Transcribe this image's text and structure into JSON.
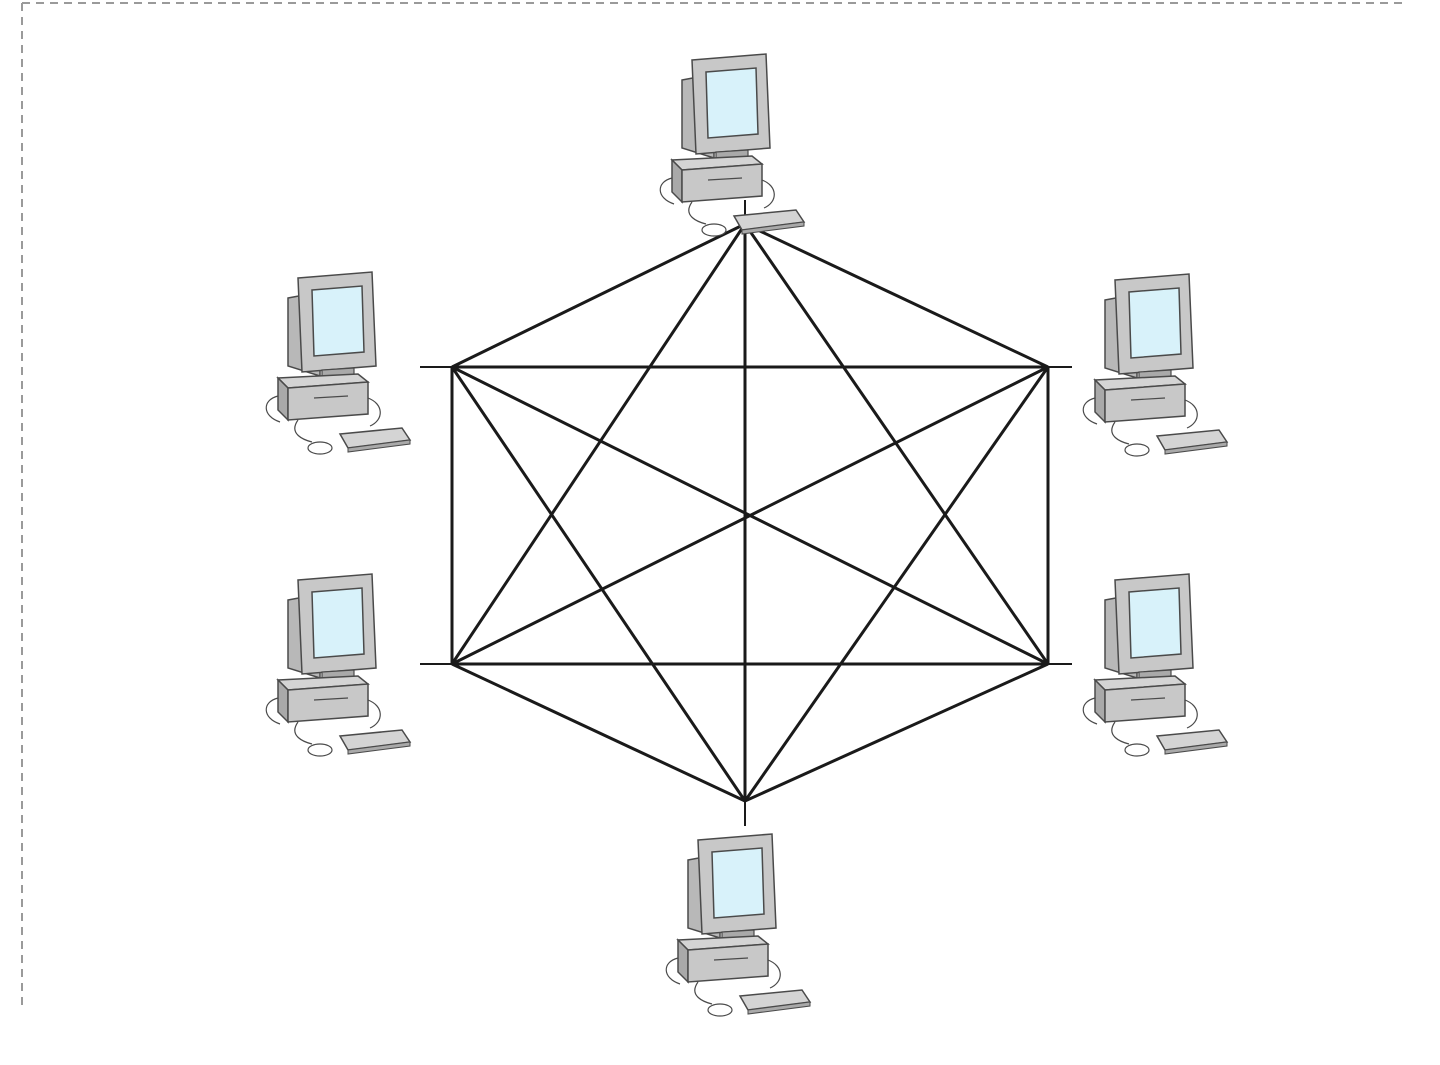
{
  "diagram": {
    "topology": "full-mesh",
    "node_icon": "desktop-computer-icon",
    "nodes": [
      {
        "id": "top",
        "icon": "desktop-computer-icon"
      },
      {
        "id": "upper-right",
        "icon": "desktop-computer-icon"
      },
      {
        "id": "lower-right",
        "icon": "desktop-computer-icon"
      },
      {
        "id": "bottom",
        "icon": "desktop-computer-icon"
      },
      {
        "id": "lower-left",
        "icon": "desktop-computer-icon"
      },
      {
        "id": "upper-left",
        "icon": "desktop-computer-icon"
      }
    ],
    "colors": {
      "line": "#1a1a1a",
      "case": "#c8c8c8",
      "case_shade": "#a9a9a9",
      "screen": "#d8f2fa",
      "outline": "#4a4a4a",
      "frame_dash": "#9a9a9a"
    }
  }
}
